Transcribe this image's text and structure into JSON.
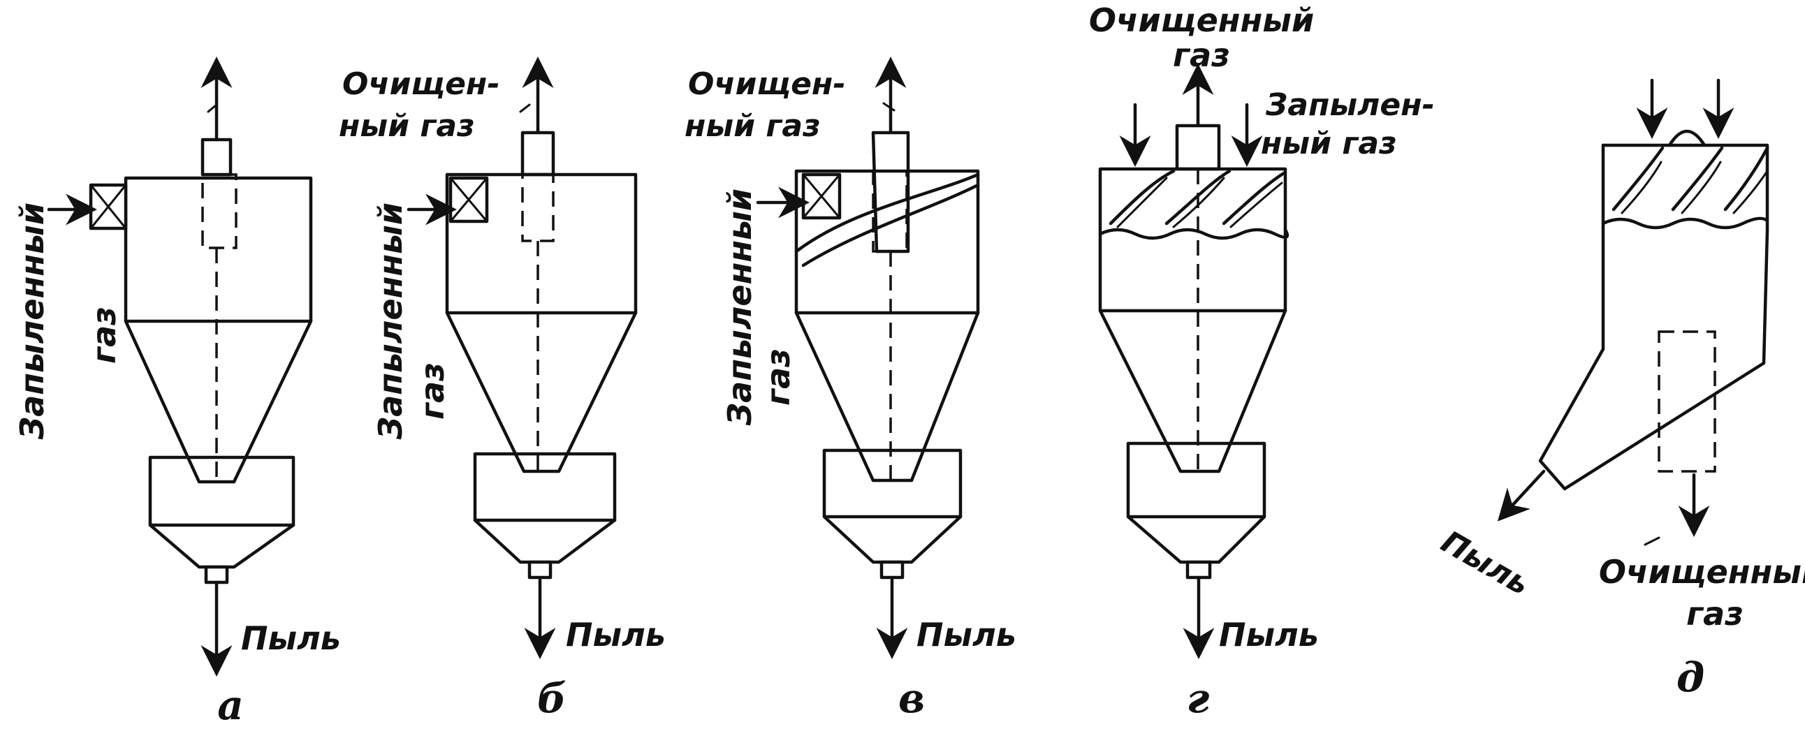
{
  "labels": {
    "clean_gas": "Очищенный газ",
    "clean_gas_line1": "Очищенный",
    "clean_gas_line2": "газ",
    "clean_gas_hyph1": "Очищен-",
    "clean_gas_hyph2": "ный газ",
    "dusty_gas": "Запыленный",
    "dusty_gas_line2": "газ",
    "dusty_gas_hyph1": "Запылен-",
    "dusty_gas_hyph2": "ный газ",
    "dust": "Пыль"
  },
  "captions": [
    "а",
    "б",
    "в",
    "г",
    "д"
  ],
  "colors": {
    "ink": "#111111",
    "background": "#ffffff"
  }
}
